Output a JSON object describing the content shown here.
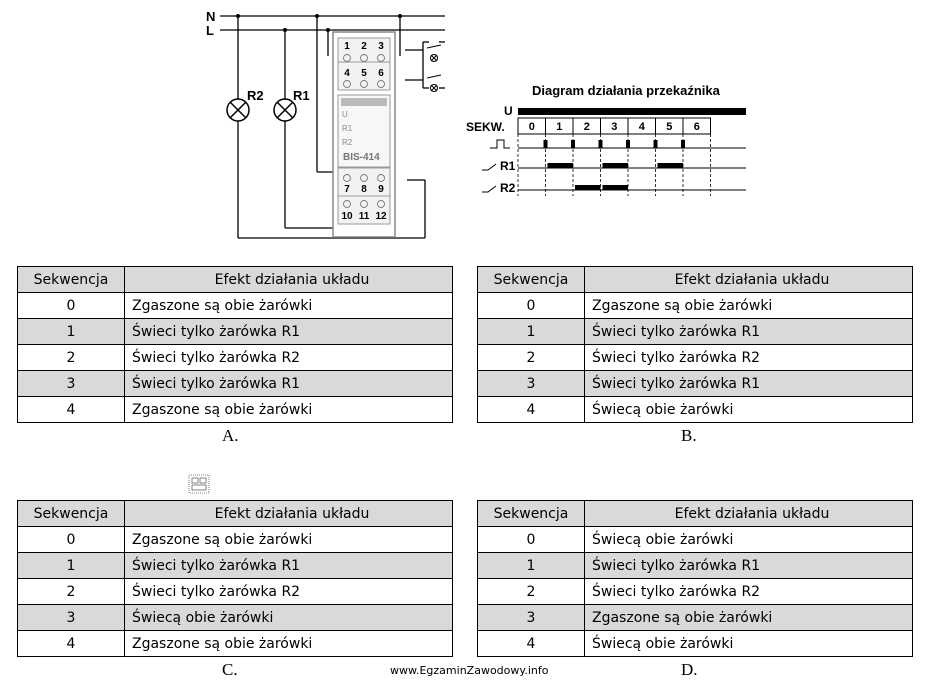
{
  "wiring": {
    "line_n": "N",
    "line_l": "L",
    "lamp_r2": "R2",
    "lamp_r1": "R1",
    "terms_top": [
      "1",
      "2",
      "3"
    ],
    "terms_mid": [
      "4",
      "5",
      "6"
    ],
    "terms_lower": [
      "7",
      "8",
      "9"
    ],
    "terms_bottom": [
      "10",
      "11",
      "12"
    ],
    "device_u": "U",
    "device_r1": "R1",
    "device_r2": "R2",
    "device_model": "BIS-414"
  },
  "timing": {
    "title": "Diagram działania przekaźnika",
    "label_u": "U",
    "label_sekw": "SEKW.",
    "label_r1": "R1",
    "label_r2": "R2",
    "sequences": [
      "0",
      "1",
      "2",
      "3",
      "4",
      "5",
      "6"
    ],
    "r1_on": [
      1,
      3,
      5
    ],
    "r2_on": [
      2,
      3
    ]
  },
  "tables": [
    {
      "label": "A.",
      "header": [
        "Sekwencja",
        "Efekt działania układu"
      ],
      "rows": [
        [
          "0",
          "Zgaszone są obie żarówki"
        ],
        [
          "1",
          "Świeci tylko żarówka R1"
        ],
        [
          "2",
          "Świeci tylko żarówka R2"
        ],
        [
          "3",
          "Świeci tylko żarówka R1"
        ],
        [
          "4",
          "Zgaszone są obie żarówki"
        ]
      ]
    },
    {
      "label": "B.",
      "header": [
        "Sekwencja",
        "Efekt działania układu"
      ],
      "rows": [
        [
          "0",
          "Zgaszone są obie żarówki"
        ],
        [
          "1",
          "Świeci tylko żarówka R1"
        ],
        [
          "2",
          "Świeci tylko żarówka R2"
        ],
        [
          "3",
          "Świeci tylko żarówka R1"
        ],
        [
          "4",
          "Świecą obie żarówki"
        ]
      ]
    },
    {
      "label": "C.",
      "header": [
        "Sekwencja",
        "Efekt działania układu"
      ],
      "rows": [
        [
          "0",
          "Zgaszone są obie żarówki"
        ],
        [
          "1",
          "Świeci tylko żarówka R1"
        ],
        [
          "2",
          "Świeci tylko żarówka R2"
        ],
        [
          "3",
          "Świecą obie żarówki"
        ],
        [
          "4",
          "Zgaszone są obie żarówki"
        ]
      ]
    },
    {
      "label": "D.",
      "header": [
        "Sekwencja",
        "Efekt działania układu"
      ],
      "rows": [
        [
          "0",
          "Świecą obie żarówki"
        ],
        [
          "1",
          "Świeci tylko żarówka R1"
        ],
        [
          "2",
          "Świeci tylko żarówka R2"
        ],
        [
          "3",
          "Zgaszone są obie żarówki"
        ],
        [
          "4",
          "Świecą obie żarówki"
        ]
      ]
    }
  ],
  "footer": "www.EgzaminZawodowy.info"
}
